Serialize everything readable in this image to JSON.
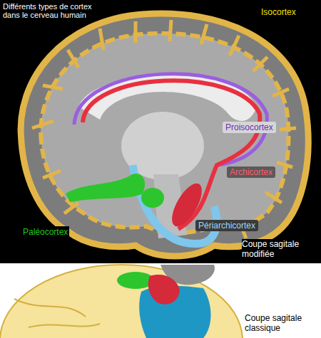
{
  "diagram": {
    "title": "Différents types de cortex dans le cerveau humain",
    "labels": [
      "Isocortex",
      "Proisocortex",
      "Archicortex",
      "Paléocortex",
      "Périarchicortex",
      "Coupe sagitale modifiée",
      "Coupe sagitale classique"
    ]
  }
}
